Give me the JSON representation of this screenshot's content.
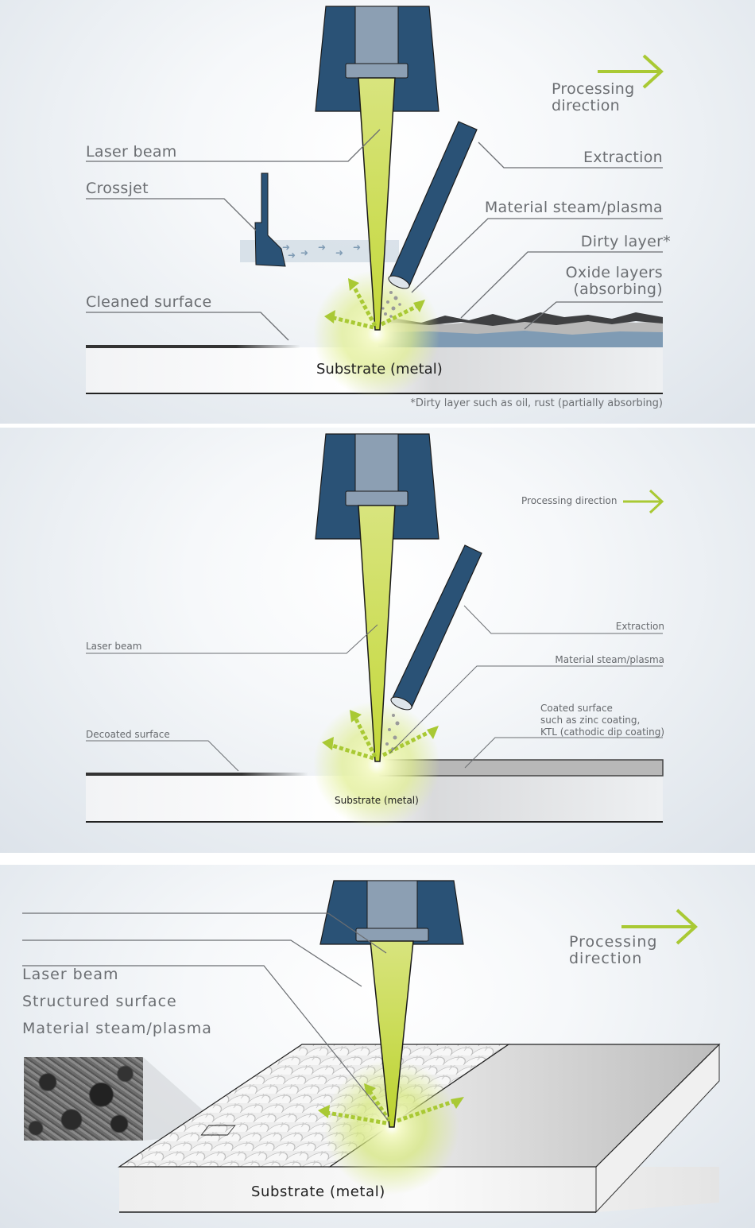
{
  "panels": [
    {
      "id": "cleaning",
      "labels": {
        "processing_direction_line1": "Processing",
        "processing_direction_line2": "direction",
        "laser_beam": "Laser beam",
        "crossjet": "Crossjet",
        "extraction": "Extraction",
        "material_steam": "Material steam/plasma",
        "dirty_layer": "Dirty layer*",
        "oxide_layers_line1": "Oxide layers",
        "oxide_layers_line2": "(absorbing)",
        "cleaned_surface": "Cleaned surface",
        "substrate": "Substrate (metal)",
        "footnote": "*Dirty layer such as oil, rust (partially absorbing)"
      }
    },
    {
      "id": "decoating",
      "labels": {
        "processing_direction": "Processing direction",
        "extraction": "Extraction",
        "laser_beam": "Laser beam",
        "material_steam": "Material steam/plasma",
        "coated_surface_line1": "Coated surface",
        "coated_surface_line2": "such as zinc coating,",
        "coated_surface_line3": "KTL (cathodic dip coating)",
        "decoated_surface": "Decoated surface",
        "substrate": "Substrate (metal)"
      }
    },
    {
      "id": "structuring",
      "labels": {
        "processing_direction_line1": "Processing",
        "processing_direction_line2": "direction",
        "laser_beam": "Laser beam",
        "structured_surface": "Structured surface",
        "material_steam": "Material steam/plasma",
        "substrate": "Substrate (metal)"
      }
    }
  ],
  "colors": {
    "head_dark": "#2a5276",
    "head_light": "#8c9fb3",
    "beam": "#d4e27a",
    "arrow_green": "#a9c934",
    "leader": "#6b6e72",
    "oxide_blue": "#7f9bb4",
    "oxide_grey": "#b8b8b8",
    "dirt_dark": "#3f4042"
  }
}
